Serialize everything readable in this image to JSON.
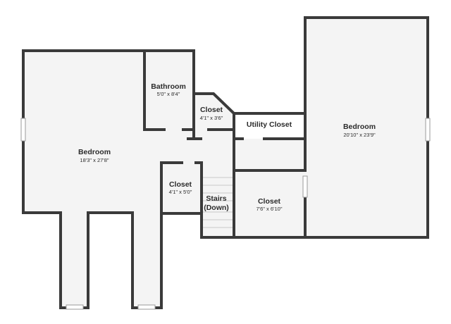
{
  "rooms": {
    "bedroom_left": {
      "name": "Bedroom",
      "dimensions": "18'3\" x 27'8\""
    },
    "bathroom": {
      "name": "Bathroom",
      "dimensions": "5'0\" x 8'4\""
    },
    "closet_top": {
      "name": "Closet",
      "dimensions": "4'1\" x 3'6\""
    },
    "utility_closet": {
      "name": "Utility Closet"
    },
    "bedroom_right": {
      "name": "Bedroom",
      "dimensions": "20'10\" x 23'9\""
    },
    "closet_left": {
      "name": "Closet",
      "dimensions": "4'1\" x 5'0\""
    },
    "stairs": {
      "name_line1": "Stairs",
      "name_line2": "(Down)"
    },
    "closet_right": {
      "name": "Closet",
      "dimensions": "7'6\" x 6'10\""
    }
  },
  "colors": {
    "wall": "#3a3a3a",
    "floor": "#f4f4f4",
    "text": "#2b2b2b"
  }
}
